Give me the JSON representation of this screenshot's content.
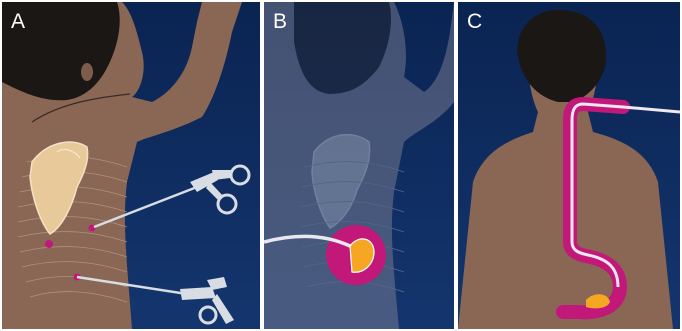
{
  "panels": [
    {
      "label": "A"
    },
    {
      "label": "B"
    },
    {
      "label": "C"
    }
  ],
  "colors": {
    "background_top": "#0a2452",
    "background_bottom": "#14356e",
    "skin": "#8a6755",
    "hair": "#1a1714",
    "accent": "#c2187a",
    "tumor": "#f5a623",
    "bone": "#e8c99a"
  }
}
